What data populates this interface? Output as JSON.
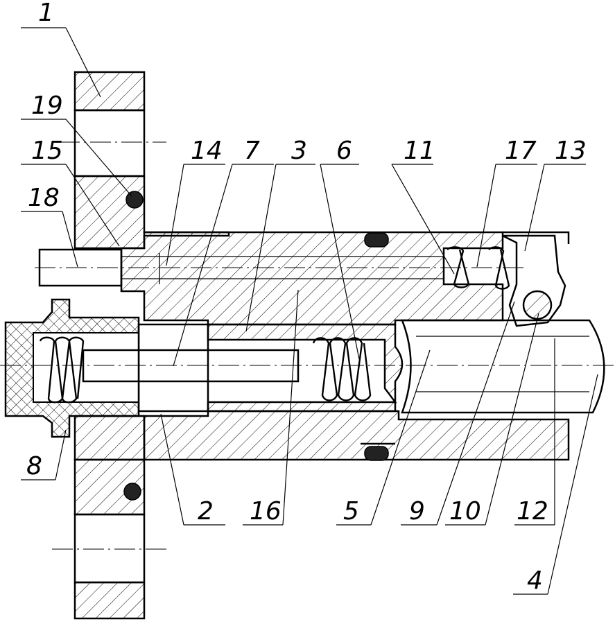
{
  "callouts": [
    {
      "id": "1",
      "label": "1"
    },
    {
      "id": "19",
      "label": "19"
    },
    {
      "id": "15",
      "label": "15"
    },
    {
      "id": "18",
      "label": "18"
    },
    {
      "id": "14",
      "label": "14"
    },
    {
      "id": "7",
      "label": "7"
    },
    {
      "id": "3",
      "label": "3"
    },
    {
      "id": "6",
      "label": "6"
    },
    {
      "id": "11",
      "label": "11"
    },
    {
      "id": "17",
      "label": "17"
    },
    {
      "id": "13",
      "label": "13"
    },
    {
      "id": "8",
      "label": "8"
    },
    {
      "id": "2",
      "label": "2"
    },
    {
      "id": "16",
      "label": "16"
    },
    {
      "id": "5",
      "label": "5"
    },
    {
      "id": "9",
      "label": "9"
    },
    {
      "id": "10",
      "label": "10"
    },
    {
      "id": "12",
      "label": "12"
    },
    {
      "id": "4",
      "label": "4"
    }
  ]
}
